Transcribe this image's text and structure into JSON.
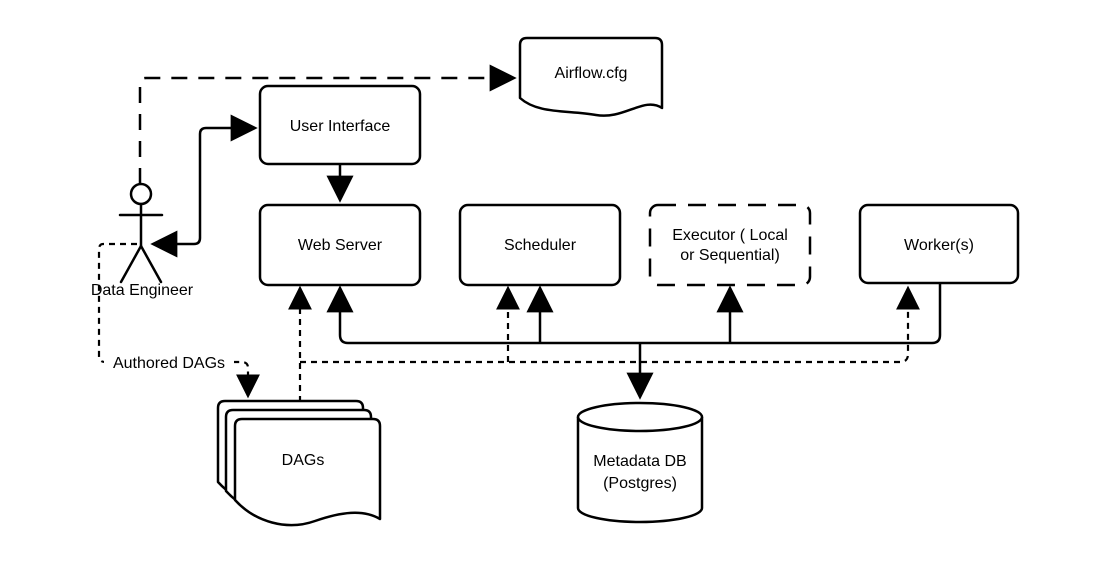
{
  "nodes": {
    "airflow_cfg": {
      "label": "Airflow.cfg"
    },
    "user_interface": {
      "label": "User Interface"
    },
    "web_server": {
      "label": "Web Server"
    },
    "scheduler": {
      "label": "Scheduler"
    },
    "executor": {
      "label_line1": "Executor ( Local",
      "label_line2": "or Sequential)"
    },
    "workers": {
      "label": "Worker(s)"
    },
    "data_engineer": {
      "label": "Data Engineer"
    },
    "dags": {
      "label": "DAGs"
    },
    "metadata_db": {
      "label_line1": "Metadata DB",
      "label_line2": "(Postgres)"
    }
  },
  "edge_labels": {
    "authored_dags": "Authored DAGs"
  },
  "colors": {
    "stroke": "#000000",
    "background": "#ffffff",
    "node_fill": "#ffffff"
  }
}
